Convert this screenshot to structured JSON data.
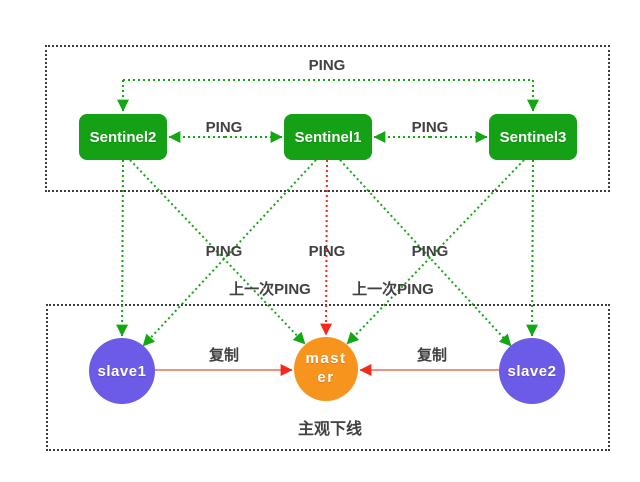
{
  "sentinel_group": {
    "nodes": [
      {
        "id": "sentinel2",
        "label": "Sentinel2"
      },
      {
        "id": "sentinel1",
        "label": "Sentinel1"
      },
      {
        "id": "sentinel3",
        "label": "Sentinel3"
      }
    ]
  },
  "redis_group": {
    "nodes": [
      {
        "id": "slave1",
        "label": "slave1",
        "role": "slave"
      },
      {
        "id": "master",
        "label": "master",
        "role": "master"
      },
      {
        "id": "slave2",
        "label": "slave2",
        "role": "slave"
      }
    ],
    "status_label": "主观下线"
  },
  "edge_labels": {
    "ping_top": "PING",
    "ping_s2_s1": "PING",
    "ping_s1_s3": "PING",
    "ping_col_left": "PING",
    "ping_col_center": "PING",
    "ping_col_right": "PING",
    "last_ping_left": "上一次PING",
    "last_ping_right": "上一次PING",
    "repl_left": "复制",
    "repl_right": "复制"
  },
  "colors": {
    "sentinel_box": "#15a115",
    "slave_node": "#6b5be6",
    "master_node": "#f7941e",
    "ping_line": "#14a714",
    "failed_ping_line": "#f5291a",
    "replication_line": "#f0907e",
    "replication_arrow": "#f5291a",
    "group_border": "#3c3c3c",
    "label_text": "#414141"
  }
}
